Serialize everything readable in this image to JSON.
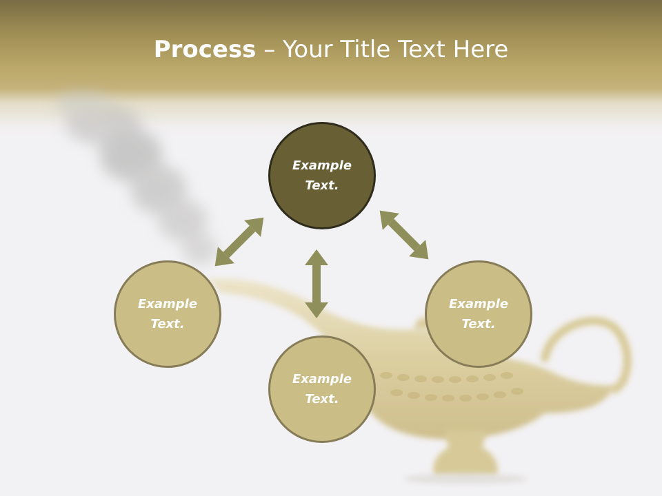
{
  "slide": {
    "title_bold": "Process",
    "title_rest": " – Your Title Text Here"
  },
  "diagram": {
    "nodes": [
      {
        "id": "top",
        "line1": "Example",
        "line2": "Text."
      },
      {
        "id": "left",
        "line1": "Example",
        "line2": "Text."
      },
      {
        "id": "right",
        "line1": "Example",
        "line2": "Text."
      },
      {
        "id": "bottom",
        "line1": "Example",
        "line2": "Text."
      }
    ]
  },
  "colors": {
    "header_dark": "#7a6d44",
    "header_gold": "#bba86a",
    "node_dark_fill": "#686034",
    "node_tan_fill": "#cbbd86",
    "arrow": "#8f8f5c",
    "background": "#f2f1f3"
  },
  "icons": {
    "background_picture": "magic-lamp-with-smoke"
  }
}
